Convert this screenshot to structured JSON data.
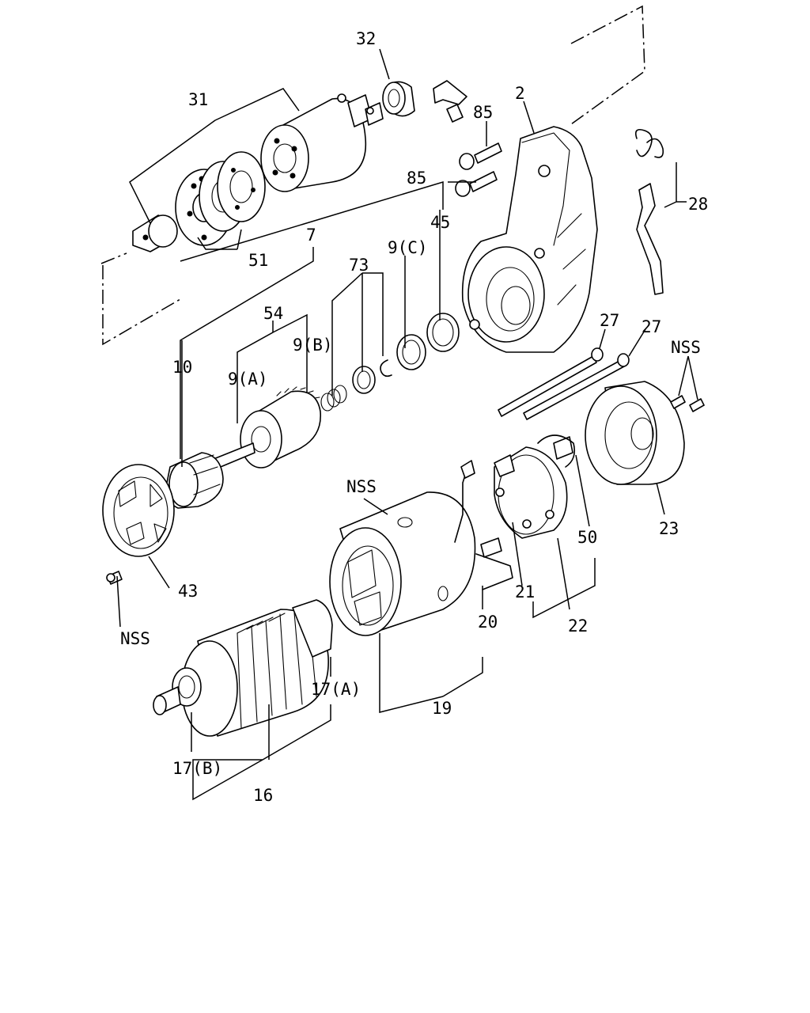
{
  "labels": {
    "l2": "2",
    "l7": "7",
    "l10": "10",
    "l16": "16",
    "l17a": "17(A)",
    "l17b": "17(B)",
    "l19": "19",
    "l20": "20",
    "l21": "21",
    "l22": "22",
    "l23": "23",
    "l27a": "27",
    "l27b": "27",
    "l28": "28",
    "l31": "31",
    "l32": "32",
    "l43": "43",
    "l45": "45",
    "l50": "50",
    "l51": "51",
    "l54": "54",
    "l73": "73",
    "l85a": "85",
    "l85b": "85",
    "l9a": "9(A)",
    "l9b": "9(B)",
    "l9c": "9(C)",
    "nss1": "NSS",
    "nss2": "NSS",
    "nss3": "NSS"
  }
}
